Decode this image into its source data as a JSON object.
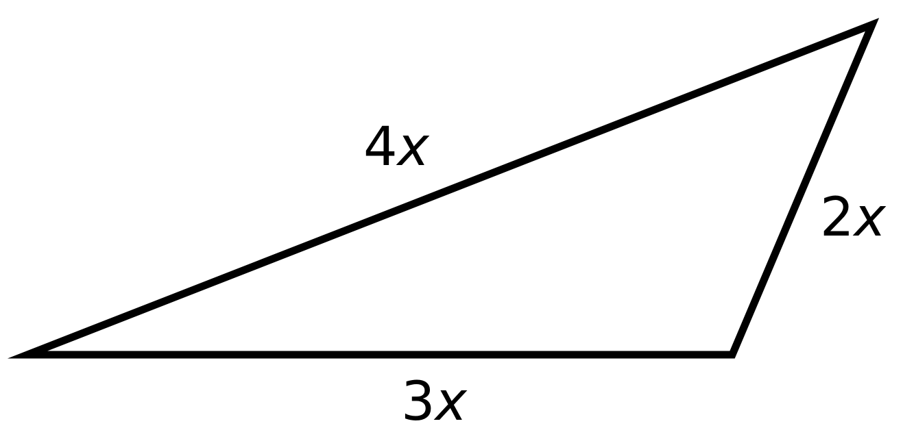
{
  "triangle": {
    "stroke_color": "#000000",
    "fill_color": "#ffffff"
  },
  "labels": {
    "top_side": {
      "coefficient": "4",
      "variable": "x"
    },
    "right_side": {
      "coefficient": "2",
      "variable": "x"
    },
    "bottom_side": {
      "coefficient": "3",
      "variable": "x"
    }
  }
}
